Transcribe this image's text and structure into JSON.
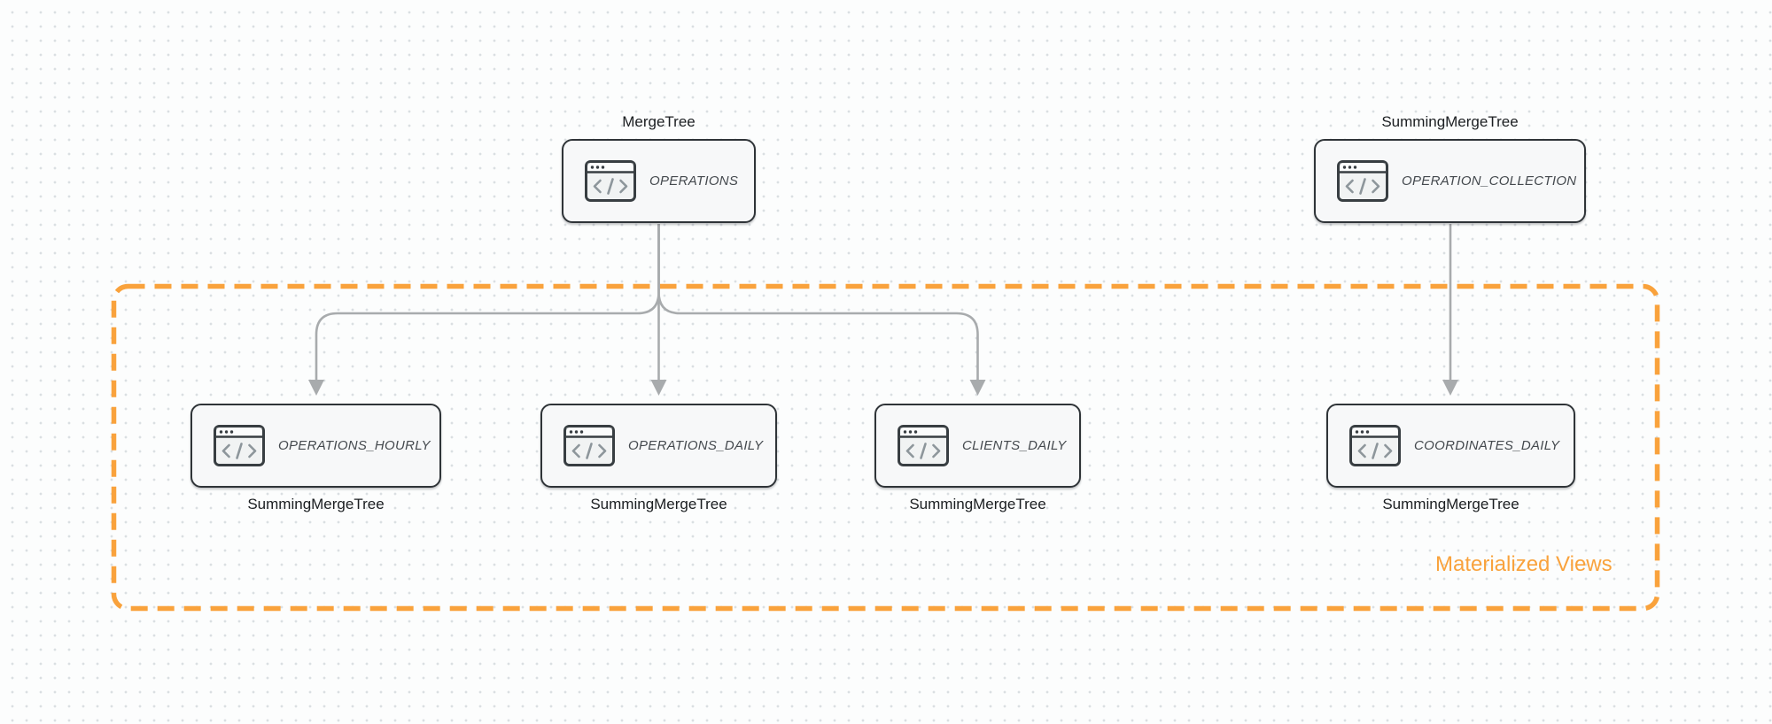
{
  "canvas": {
    "background_color": "#FCFDFD",
    "dot_grid_color": "#DADFE2"
  },
  "group": {
    "label": "Materialized Views",
    "border_color": "#F9A23C",
    "label_color": "#F9A23C"
  },
  "nodes": [
    {
      "id": "operations",
      "name": "OPERATIONS",
      "engine": "MergeTree",
      "engine_label_position": "above",
      "icon": "code-window-icon"
    },
    {
      "id": "operation_collection",
      "name": "OPERATION_COLLECTION",
      "engine": "SummingMergeTree",
      "engine_label_position": "above",
      "icon": "code-window-icon"
    },
    {
      "id": "operations_hourly",
      "name": "OPERATIONS_HOURLY",
      "engine": "SummingMergeTree",
      "engine_label_position": "below",
      "icon": "code-window-icon"
    },
    {
      "id": "operations_daily",
      "name": "OPERATIONS_DAILY",
      "engine": "SummingMergeTree",
      "engine_label_position": "below",
      "icon": "code-window-icon"
    },
    {
      "id": "clients_daily",
      "name": "CLIENTS_DAILY",
      "engine": "SummingMergeTree",
      "engine_label_position": "below",
      "icon": "code-window-icon"
    },
    {
      "id": "coordinates_daily",
      "name": "COORDINATES_DAILY",
      "engine": "SummingMergeTree",
      "engine_label_position": "below",
      "icon": "code-window-icon"
    }
  ],
  "edges": [
    {
      "from": "operations",
      "to": "operations_hourly"
    },
    {
      "from": "operations",
      "to": "operations_daily"
    },
    {
      "from": "operations",
      "to": "clients_daily"
    },
    {
      "from": "operation_collection",
      "to": "coordinates_daily"
    }
  ],
  "colors": {
    "card_background": "#F7F8F9",
    "card_border": "#2F3438",
    "connector": "#A8ABAD",
    "table_name_text": "#44494E",
    "engine_label_text": "#1B1E21"
  }
}
